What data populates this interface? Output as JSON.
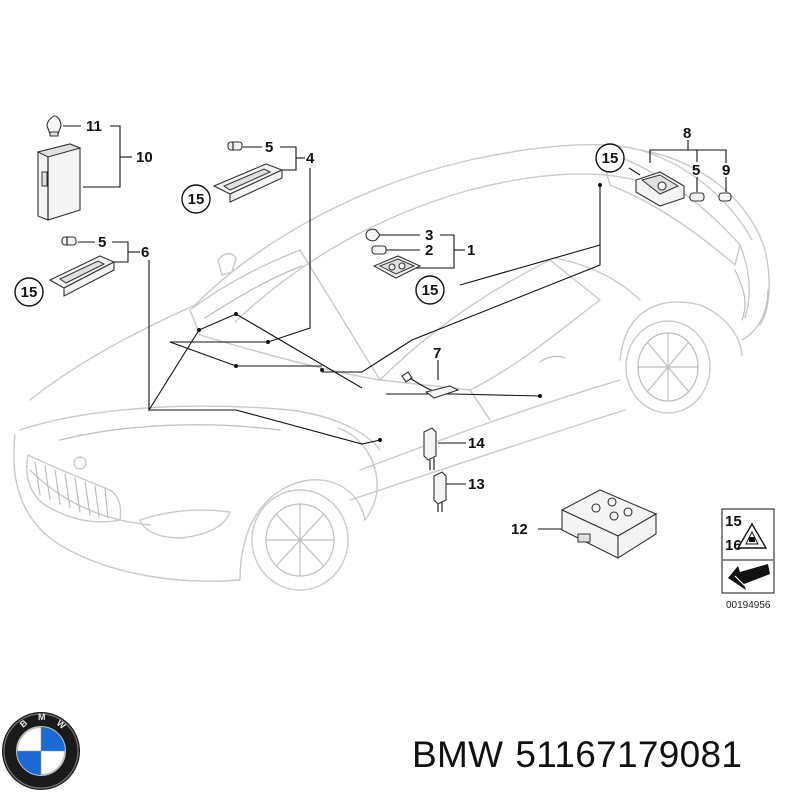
{
  "callouts": {
    "n1": "1",
    "n2": "2",
    "n3": "3",
    "n4": "4",
    "n5a": "5",
    "n5b": "5",
    "n5c": "5",
    "n6": "6",
    "n7": "7",
    "n8": "8",
    "n9": "9",
    "n10": "10",
    "n11": "11",
    "n12": "12",
    "n13": "13",
    "n14": "14",
    "n15a": "15",
    "n15b": "15",
    "n15c": "15",
    "n15d": "15"
  },
  "legend": {
    "n15": "15",
    "n16": "16"
  },
  "diagram_id": "00194956",
  "brand": {
    "name": "BMW",
    "part_number": "51167179081"
  },
  "icons": [
    "bmw-logo-icon",
    "warning-triangle-icon",
    "arrow-icon"
  ],
  "colors": {
    "line_art": "#c9c9c9",
    "leader": "#111111",
    "logo_blue": "#1c69d4"
  }
}
